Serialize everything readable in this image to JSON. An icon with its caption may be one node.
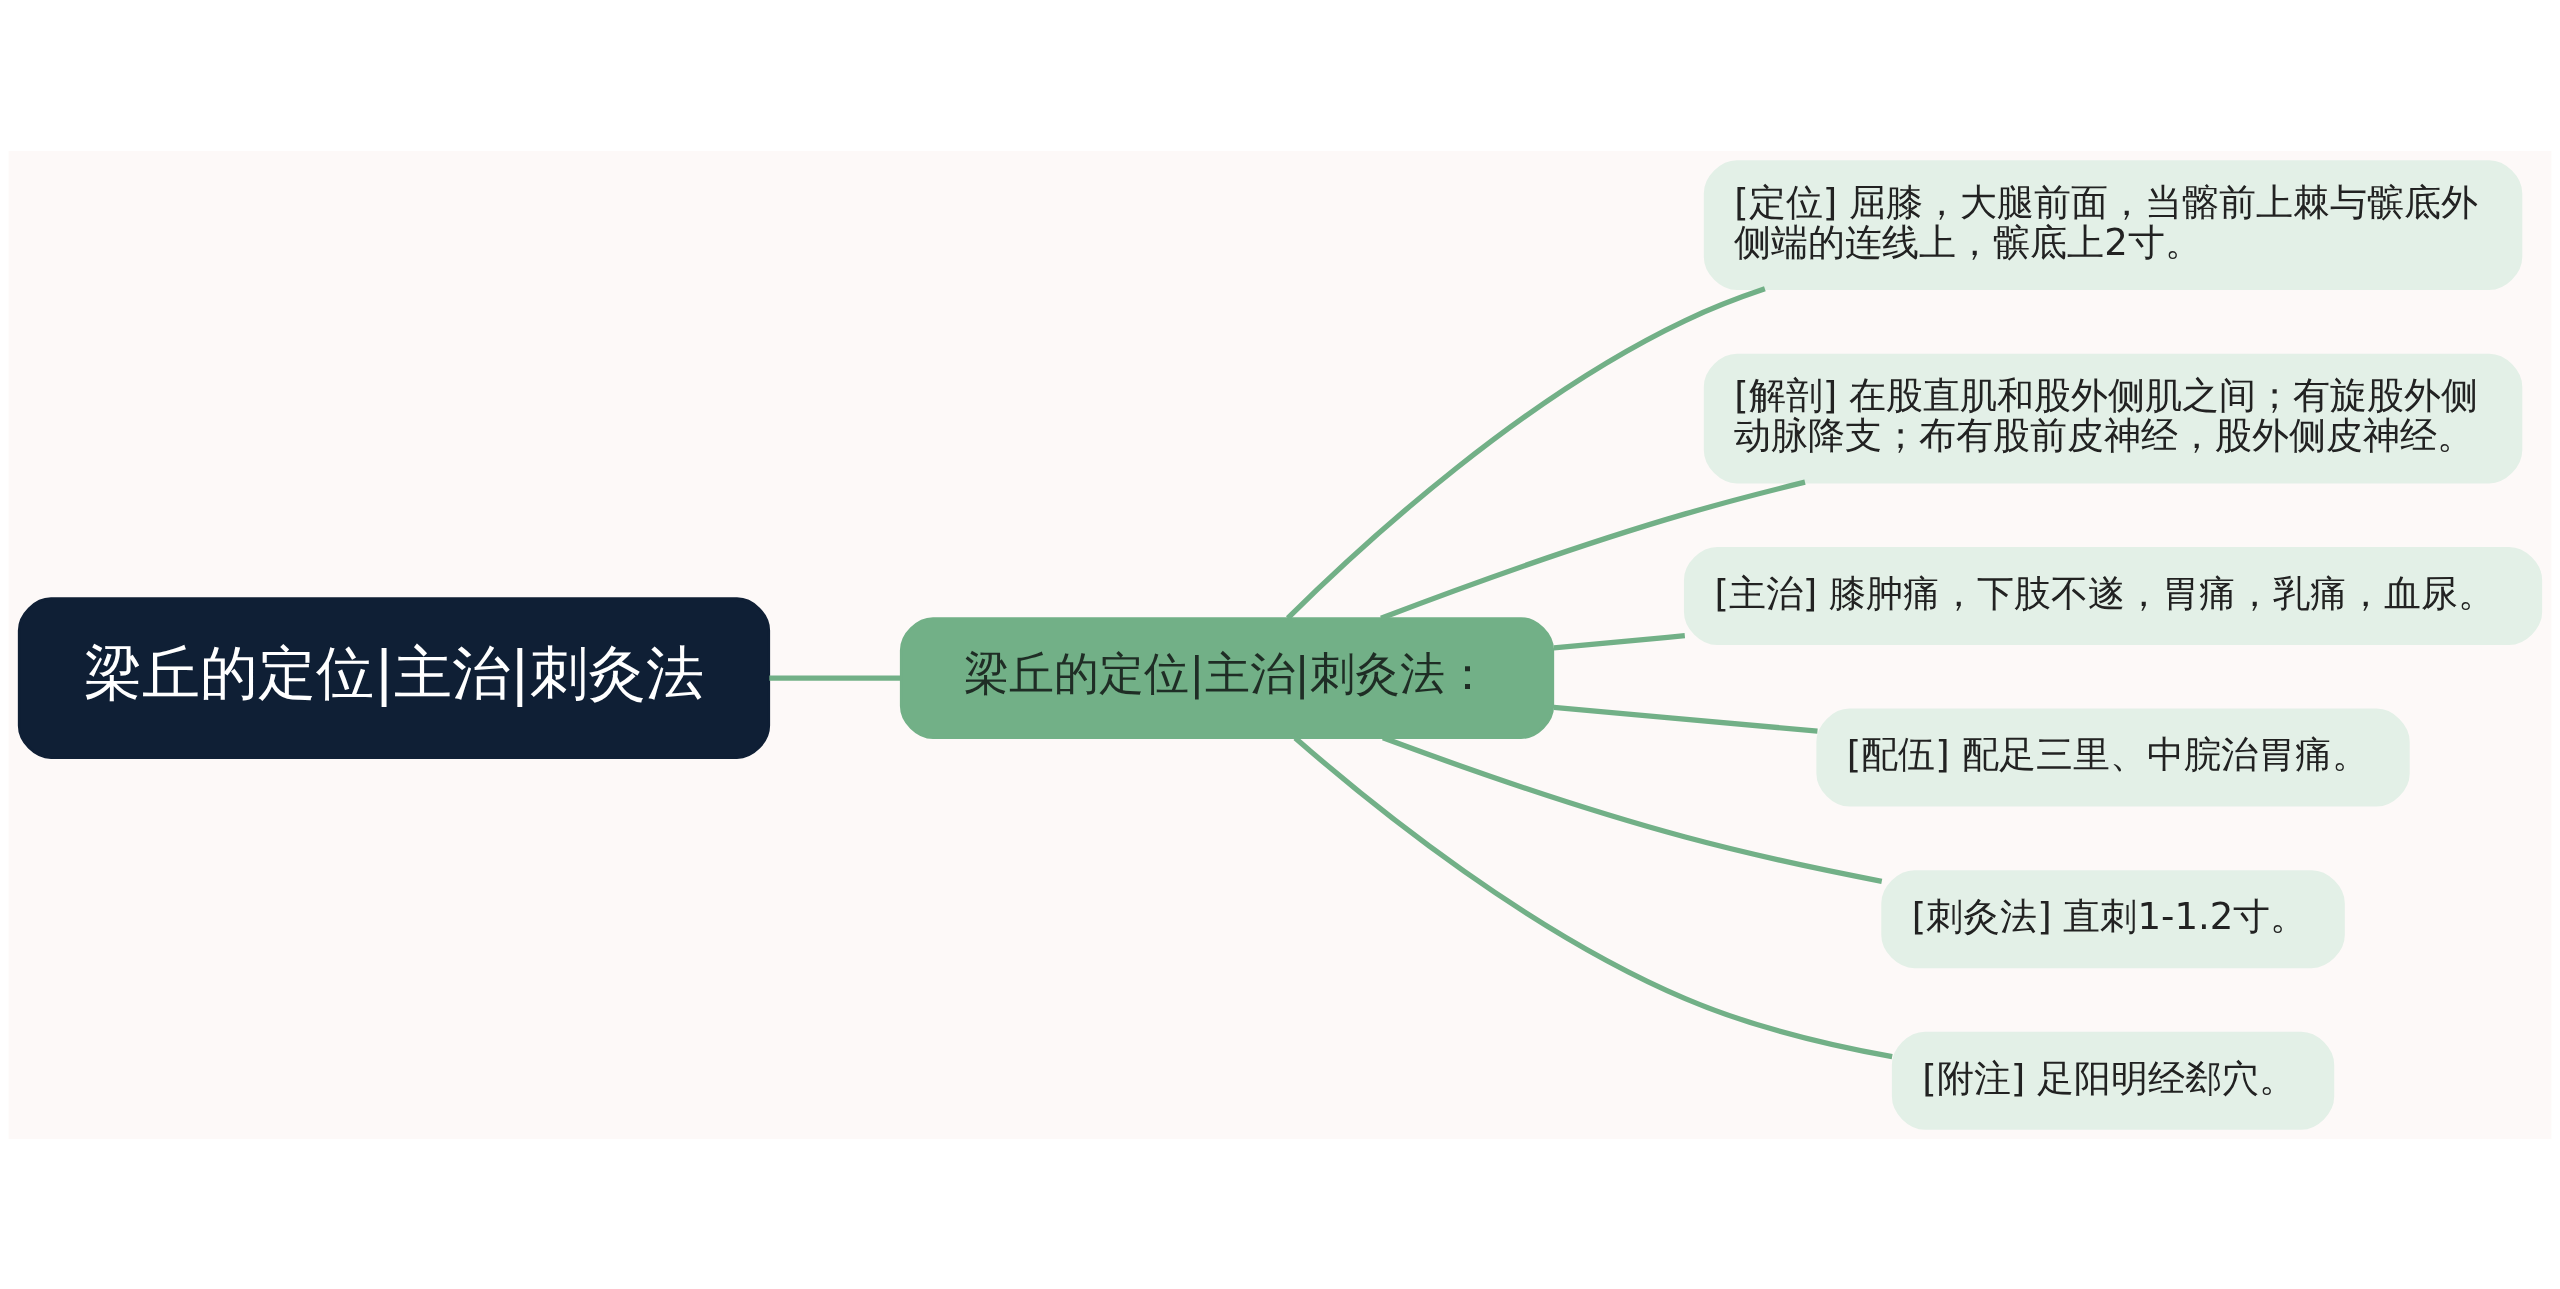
{
  "diagram": {
    "nodes": [
      {
        "text": [
          "梁丘的定位|主治|刺灸法"
        ]
      },
      {
        "text": [
          "梁丘的定位|主治|刺灸法："
        ]
      },
      {
        "text": [
          "[定位] 屈膝，大腿前面，当髂前上棘与髌底外侧端的连线上，髌底上2寸。"
        ]
      },
      {
        "text": [
          "[解剖] 在股直肌和股外侧肌之间；有旋股外侧动脉降支；布有股前皮神经，股外侧皮神经。"
        ]
      },
      {
        "text": [
          "[主治] 膝肿痛，下肢不遂，胃痛，乳痛，血尿。"
        ]
      },
      {
        "text": [
          "[配伍] 配足三里、中脘治胃痛。"
        ]
      },
      {
        "text": [
          "[刺灸法] 直刺1-1.2寸。"
        ]
      },
      {
        "text": [
          "[附注] 足阳明经郄穴。"
        ]
      }
    ],
    "edges": [
      {
        "from": 0,
        "to": 1,
        "arrow": "none"
      },
      {
        "from": 1,
        "to": 2,
        "arrow": "none"
      },
      {
        "from": 1,
        "to": 3,
        "arrow": "none"
      },
      {
        "from": 1,
        "to": 4,
        "arrow": "none"
      },
      {
        "from": 1,
        "to": 5,
        "arrow": "none"
      },
      {
        "from": 1,
        "to": 6,
        "arrow": "none"
      },
      {
        "from": 1,
        "to": 7,
        "arrow": "none"
      }
    ]
  }
}
